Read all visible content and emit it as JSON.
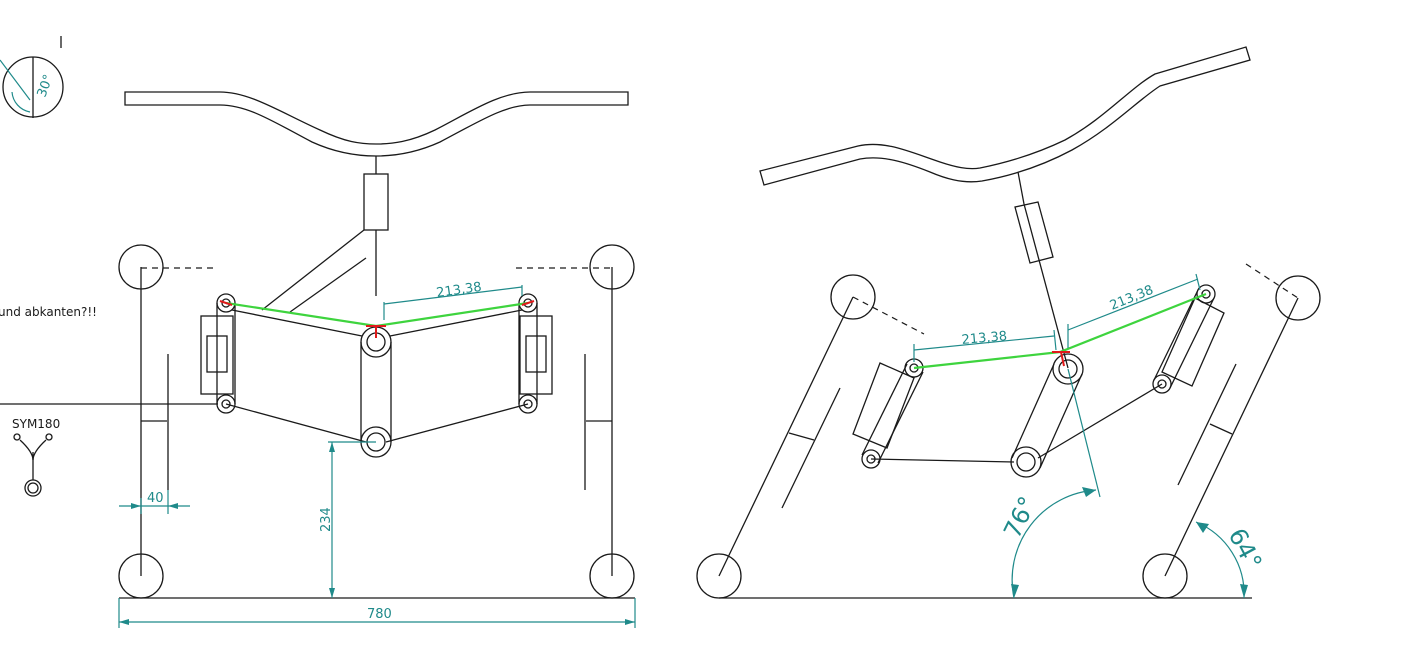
{
  "drawing": {
    "left_view": {
      "width_dim": "780",
      "height_dim": "234",
      "offset_dim": "40",
      "link_dim": "213,38"
    },
    "right_view": {
      "link_dim_left": "213,38",
      "link_dim_right": "213,38",
      "angle_left": "76°",
      "angle_right": "64°"
    },
    "notes": {
      "partial_note": "und abkanten?!!",
      "symbol_label": "SYM180",
      "detail_angle": "30°"
    }
  },
  "colors": {
    "line": "#1a1a1a",
    "dimension": "#1f8a8a",
    "link_highlight": "#3ed43e",
    "pivot_mark": "#e01a1a"
  }
}
